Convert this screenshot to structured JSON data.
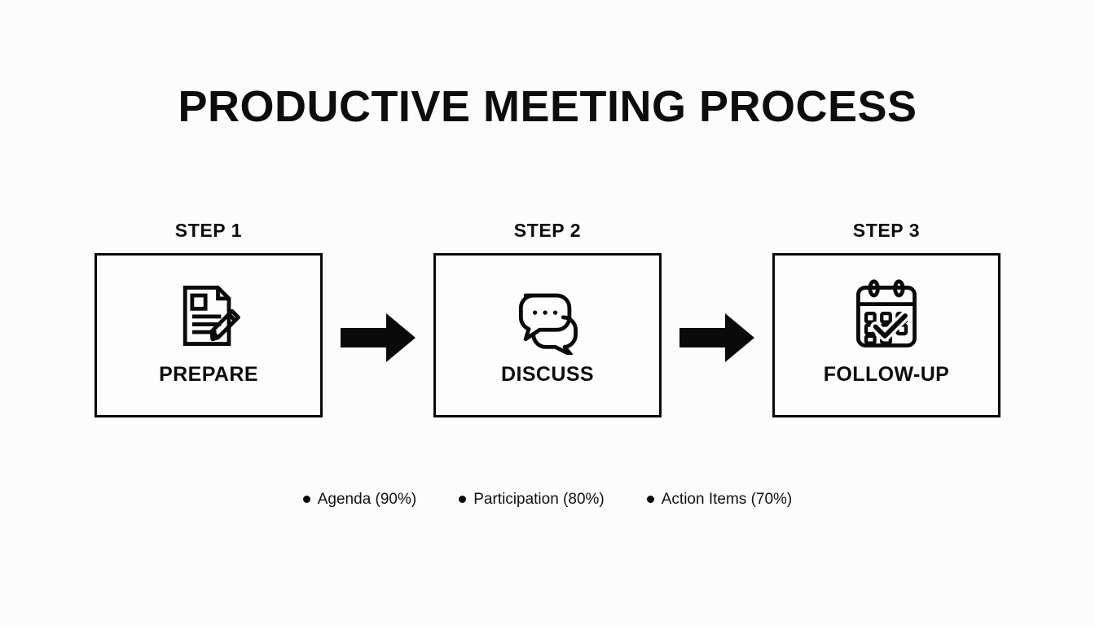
{
  "slide": {
    "title": "PRODUCTIVE MEETING PROCESS",
    "background_color": "#fcfcfc",
    "ink_color": "#0a0a0a"
  },
  "steps": [
    {
      "step_label": "STEP 1",
      "name": "PREPARE",
      "icon": "document-pencil-icon"
    },
    {
      "step_label": "STEP 2",
      "name": "DISCUSS",
      "icon": "speech-bubbles-icon"
    },
    {
      "step_label": "STEP 3",
      "name": "FOLLOW-UP",
      "icon": "calendar-check-icon"
    }
  ],
  "connectors": [
    {
      "icon": "arrow-right-icon"
    },
    {
      "icon": "arrow-right-icon"
    }
  ],
  "legend": [
    {
      "label": "Agenda (90%)",
      "metric": "Agenda",
      "value": "90%"
    },
    {
      "label": "Participation (80%)",
      "metric": "Participation",
      "value": "80%"
    },
    {
      "label": "Action Items (70%)",
      "metric": "Action Items",
      "value": "70%"
    }
  ]
}
